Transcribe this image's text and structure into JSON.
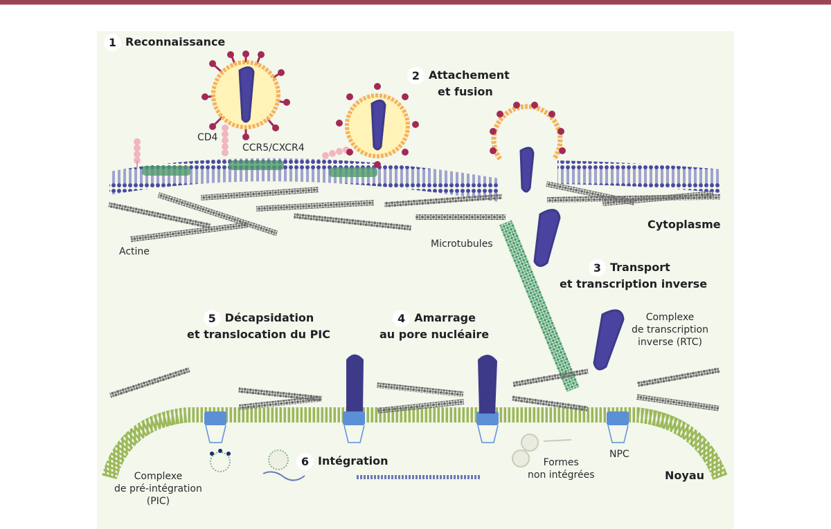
{
  "figure": {
    "accent_color": "#9b4454",
    "background_color": "#f3f7ec",
    "steps": [
      {
        "number": "1",
        "line1": "Reconnaissance",
        "line2": ""
      },
      {
        "number": "2",
        "line1": "Attachement",
        "line2": "et fusion"
      },
      {
        "number": "3",
        "line1": "Transport",
        "line2": "et transcription inverse"
      },
      {
        "number": "4",
        "line1": "Amarrage",
        "line2": "au pore nucléaire"
      },
      {
        "number": "5",
        "line1": "Décapsidation",
        "line2": "et translocation du PIC"
      },
      {
        "number": "6",
        "line1": "Intégration",
        "line2": ""
      }
    ],
    "labels": {
      "cd4": "CD4",
      "coreceptor": "CCR5/CXCR4",
      "actin": "Actine",
      "microtubules": "Microtubules",
      "rtc_1": "Complexe",
      "rtc_2": "de transcription",
      "rtc_3": "inverse (RTC)",
      "pic_1": "Complexe",
      "pic_2": "de pré-intégration",
      "pic_3": "(PIC)",
      "unintegrated_1": "Formes",
      "unintegrated_2": "non intégrées",
      "npc": "NPC"
    },
    "regions": {
      "cytoplasm": "Cytoplasme",
      "nucleus": "Noyau"
    },
    "colors": {
      "membrane_lipid": "#4a4aa0",
      "nuclear_membrane": "#8fae4a",
      "actin": "#6b6b6b",
      "microtubule": "#4f9a6e",
      "virus_envelope": "#f6b25a",
      "virus_spike": "#a32a55",
      "capsid": "#3d3a8a",
      "receptor": "#f2b6c0",
      "npc_blue": "#5b8fd6"
    }
  }
}
